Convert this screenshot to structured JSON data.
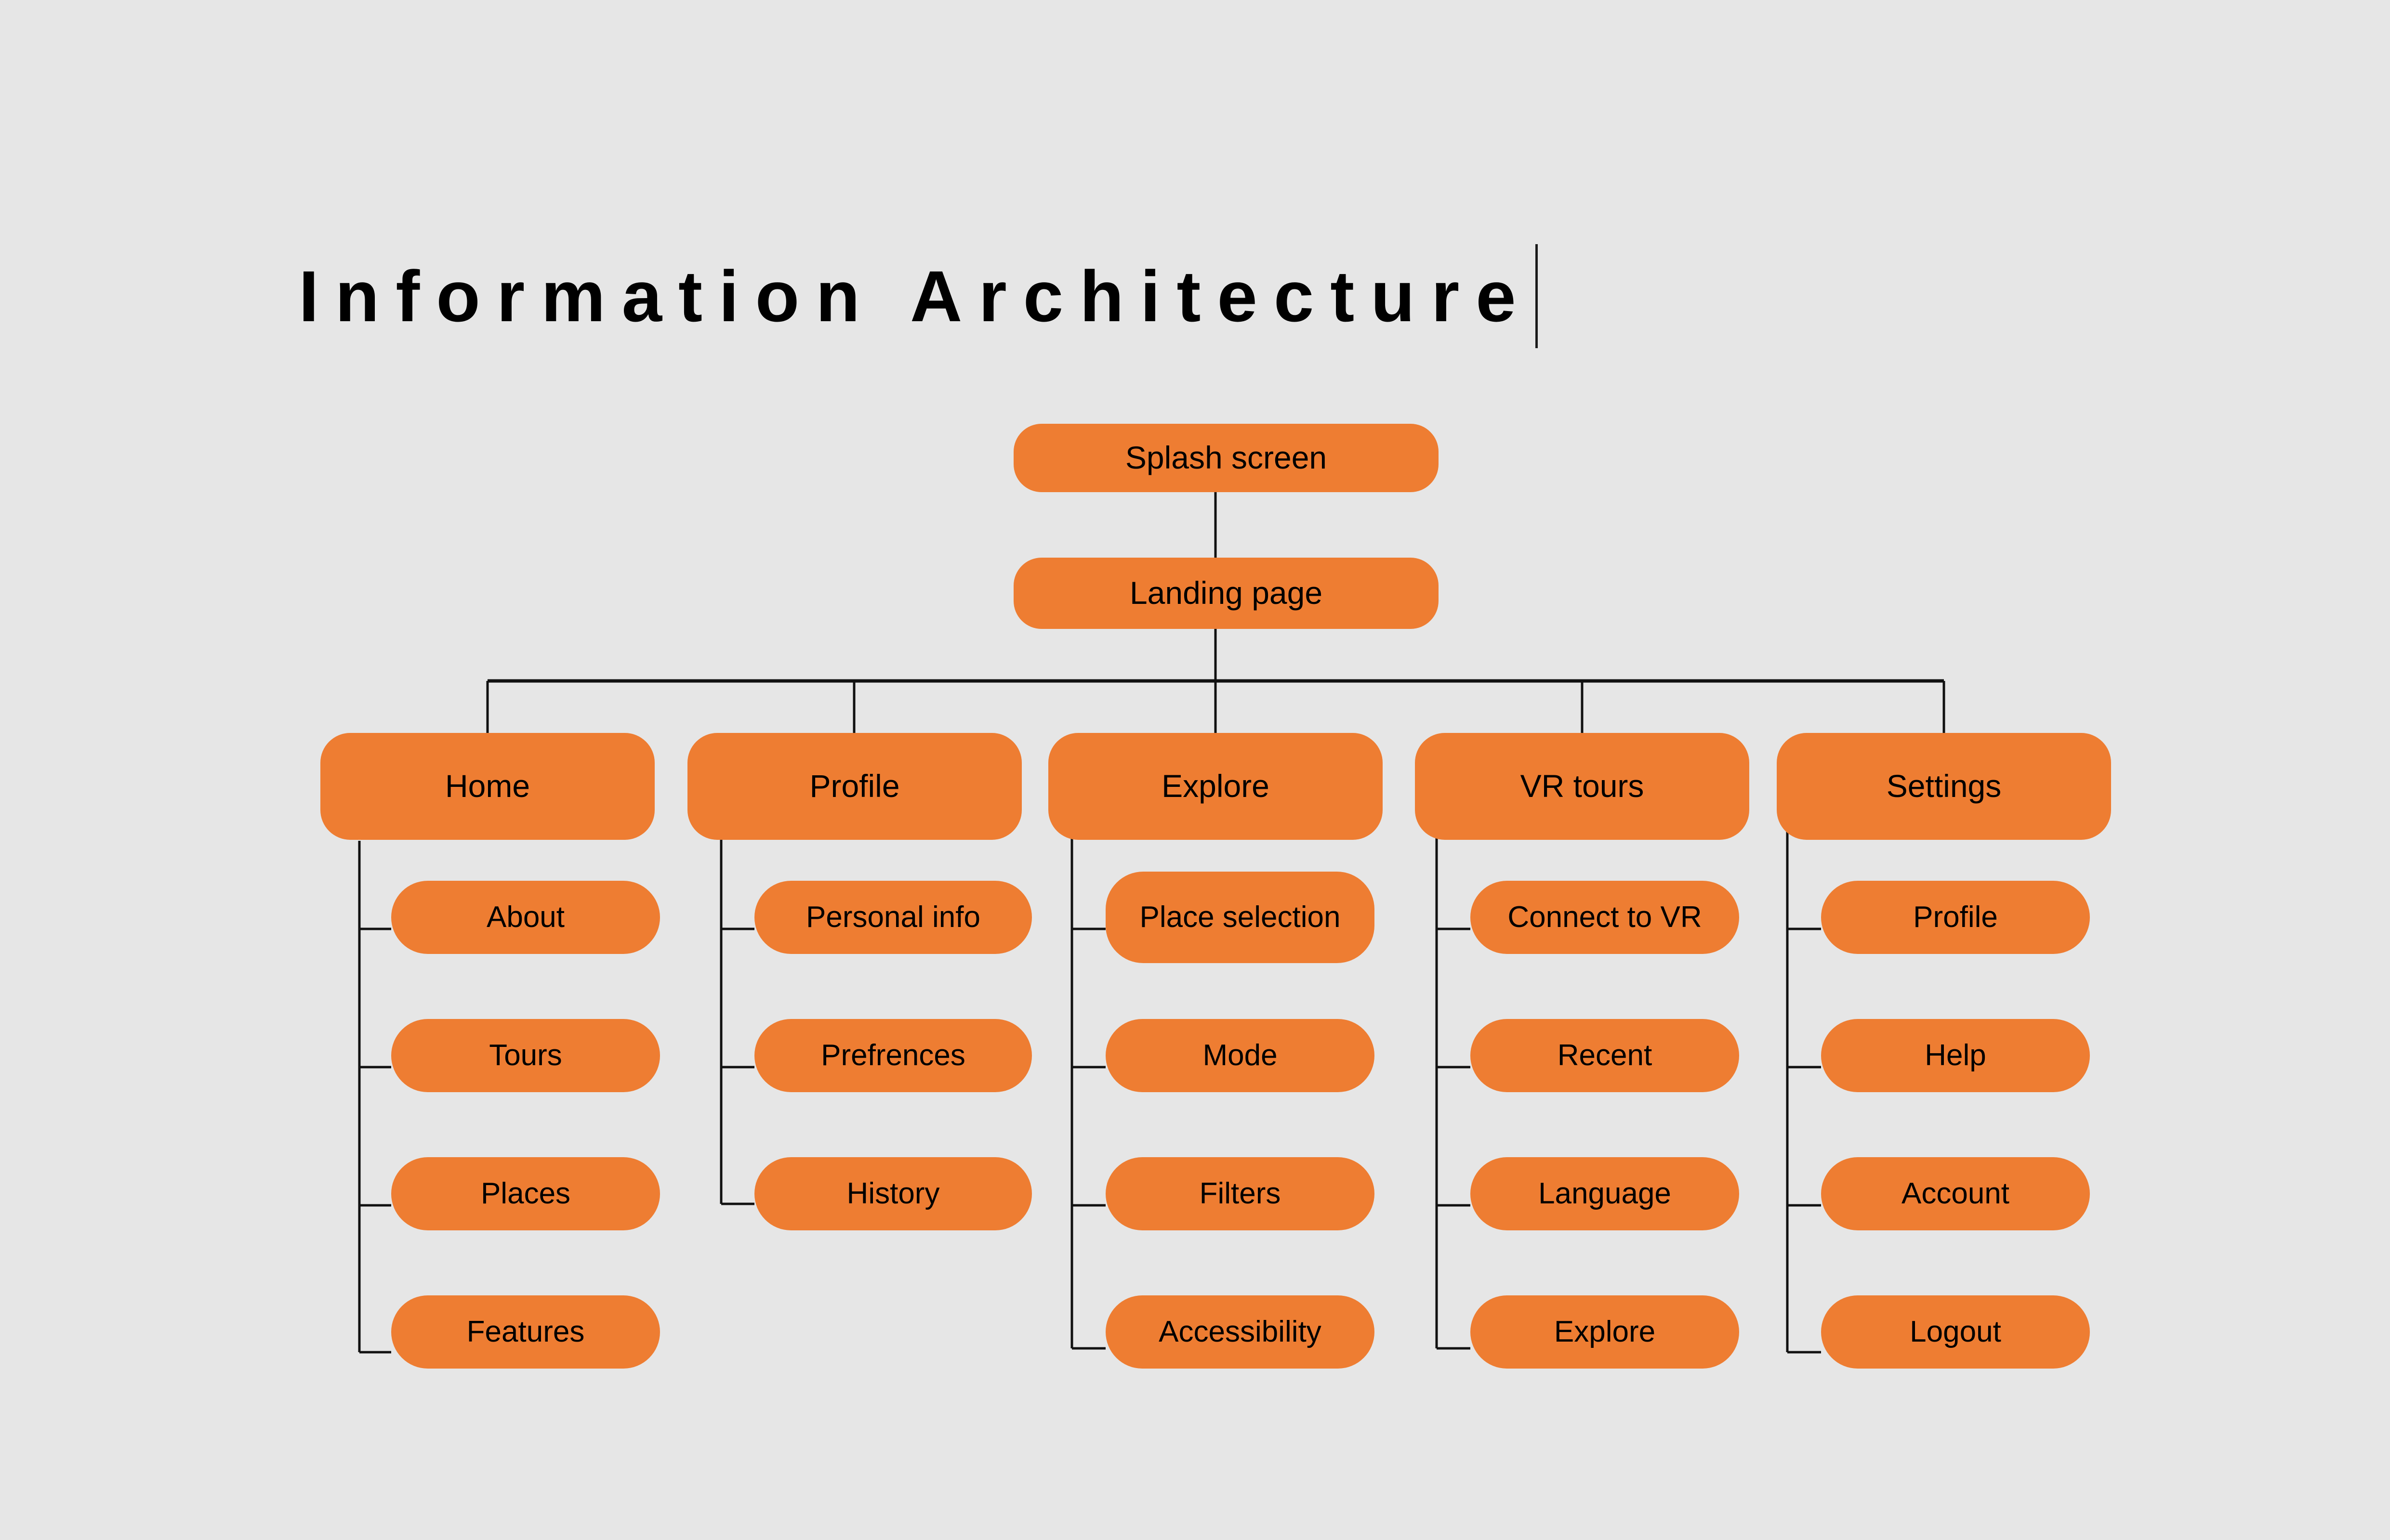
{
  "page": {
    "background_color": "#e6e6e6",
    "node_color": "#ee7d32",
    "text_color": "#000000",
    "connector_color": "#111111"
  },
  "title": {
    "text": "Information Architecture",
    "caret_visible": true
  },
  "diagram": {
    "type": "tree",
    "root": {
      "label": "Splash screen"
    },
    "second": {
      "label": "Landing page"
    },
    "branches": [
      {
        "label": "Home",
        "children": [
          {
            "label": "About"
          },
          {
            "label": "Tours"
          },
          {
            "label": "Places"
          },
          {
            "label": "Features"
          }
        ]
      },
      {
        "label": "Profile",
        "children": [
          {
            "label": "Personal info"
          },
          {
            "label": "Prefrences"
          },
          {
            "label": "History"
          }
        ]
      },
      {
        "label": "Explore",
        "children": [
          {
            "label": "Place selection"
          },
          {
            "label": "Mode"
          },
          {
            "label": "Filters"
          },
          {
            "label": "Accessibility"
          }
        ]
      },
      {
        "label": "VR tours",
        "children": [
          {
            "label": "Connect to VR"
          },
          {
            "label": "Recent"
          },
          {
            "label": "Language"
          },
          {
            "label": "Explore"
          }
        ]
      },
      {
        "label": "Settings",
        "children": [
          {
            "label": "Profile"
          },
          {
            "label": "Help"
          },
          {
            "label": "Account"
          },
          {
            "label": "Logout"
          }
        ]
      }
    ]
  }
}
